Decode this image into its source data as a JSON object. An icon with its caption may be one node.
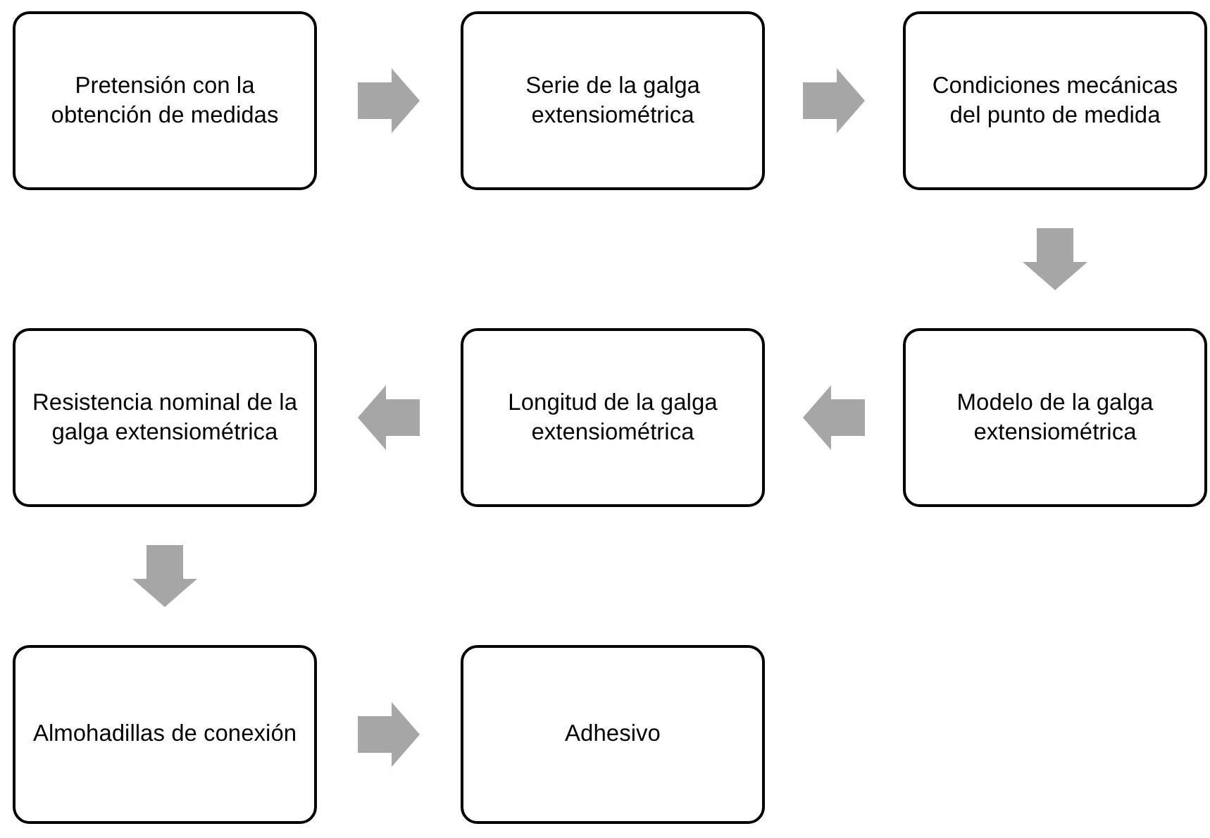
{
  "diagram": {
    "nodes": [
      {
        "text": [
          "Pretensión con la obtención de medidas"
        ]
      },
      {
        "text": [
          "Serie de la galga extensiométrica"
        ]
      },
      {
        "text": [
          "Condiciones mecánicas del punto de medida"
        ]
      },
      {
        "text": [
          "Resistencia nominal de la galga extensiométrica"
        ]
      },
      {
        "text": [
          "Longitud de la galga extensiométrica"
        ]
      },
      {
        "text": [
          "Modelo de la galga extensiométrica"
        ]
      },
      {
        "text": [
          "Almohadillas de conexión"
        ]
      },
      {
        "text": [
          "Adhesivo"
        ]
      }
    ],
    "edges": [
      {
        "from": 0,
        "to": 1,
        "arrow": "to"
      },
      {
        "from": 1,
        "to": 2,
        "arrow": "to"
      },
      {
        "from": 2,
        "to": 5,
        "arrow": "to"
      },
      {
        "from": 5,
        "to": 4,
        "arrow": "to"
      },
      {
        "from": 4,
        "to": 3,
        "arrow": "to"
      },
      {
        "from": 3,
        "to": 6,
        "arrow": "to"
      },
      {
        "from": 6,
        "to": 7,
        "arrow": "to"
      }
    ]
  }
}
